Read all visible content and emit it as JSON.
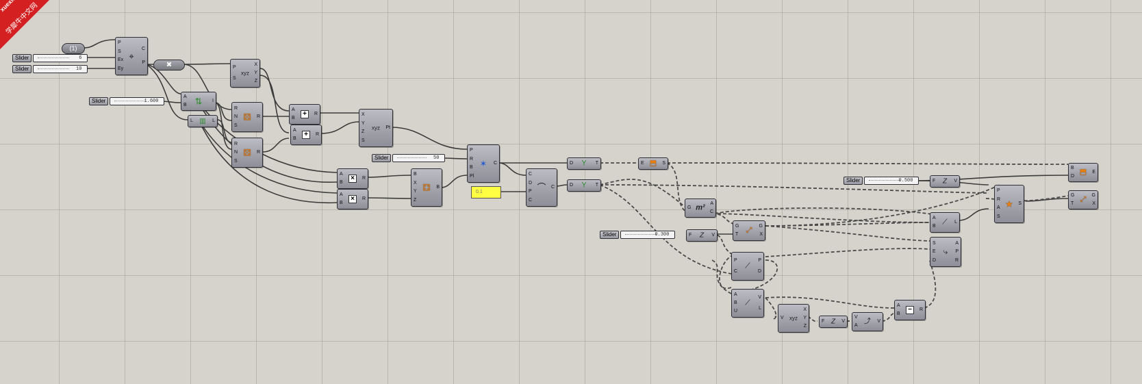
{
  "watermark": {
    "line1": "xuexiniu",
    "line2": "学犀牛中文网",
    "color": "#d42020"
  },
  "colors": {
    "canvas": "#d6d3cc",
    "wire": "#3c3c3c",
    "panel": "#ffff44",
    "component": "#a0a0a8"
  },
  "sliders": [
    {
      "id": "slider-1",
      "label": "Slider",
      "value": "6"
    },
    {
      "id": "slider-2",
      "label": "Slider",
      "value": "10"
    },
    {
      "id": "slider-3",
      "label": "Slider",
      "value": "1.600"
    },
    {
      "id": "slider-4",
      "label": "Slider",
      "value": "50"
    },
    {
      "id": "slider-5",
      "label": "Slider",
      "value": "0.500"
    },
    {
      "id": "slider-6",
      "label": "Slider",
      "value": "0.300"
    }
  ],
  "panel": {
    "value": "0.1"
  },
  "components": {
    "rectangle": {
      "inputs": [
        "P",
        "S",
        "Ex",
        "Ey"
      ],
      "outputs": [
        "C",
        "P"
      ],
      "icon": "rectangle-icon"
    },
    "deconstruct1": {
      "inputs": [
        "P",
        "S"
      ],
      "outputs": [
        "X",
        "Y",
        "Z"
      ],
      "icon": "deconstruct-icon"
    },
    "range": {
      "inputs": [
        "A",
        "B"
      ],
      "outputs": [
        "I"
      ],
      "icon": "range-icon"
    },
    "list_length": {
      "inputs": [
        "L"
      ],
      "outputs": [
        "L"
      ],
      "icon": "list-length-icon"
    },
    "random1": {
      "inputs": [
        "R",
        "N",
        "S"
      ],
      "outputs": [
        "R"
      ],
      "icon": "random-icon"
    },
    "random2": {
      "inputs": [
        "R",
        "N",
        "S"
      ],
      "outputs": [
        "R"
      ],
      "icon": "random-icon"
    },
    "add1": {
      "inputs": [
        "A",
        "B"
      ],
      "outputs": [
        "R"
      ],
      "icon": "plus",
      "symbol": "+"
    },
    "add2": {
      "inputs": [
        "A",
        "B"
      ],
      "outputs": [
        "R"
      ],
      "icon": "plus",
      "symbol": "+"
    },
    "construct_point": {
      "inputs": [
        "X",
        "Y",
        "Z",
        "S"
      ],
      "outputs": [
        "Pt"
      ],
      "icon": "construct-point-icon"
    },
    "mult1": {
      "inputs": [
        "A",
        "B"
      ],
      "outputs": [
        "R"
      ],
      "icon": "multiply",
      "symbol": "×"
    },
    "mult2": {
      "inputs": [
        "A",
        "B"
      ],
      "outputs": [
        "R"
      ],
      "icon": "multiply",
      "symbol": "×"
    },
    "bounds": {
      "inputs": [
        "B",
        "X",
        "Y",
        "Z"
      ],
      "outputs": [
        "B"
      ],
      "icon": "bounds-icon"
    },
    "populate": {
      "inputs": [
        "P",
        "R",
        "B",
        "Pl"
      ],
      "outputs": [
        "C"
      ],
      "icon": "populate-icon"
    },
    "curve_conn": {
      "inputs": [
        "C",
        "D",
        "P",
        "C"
      ],
      "outputs": [
        "C"
      ],
      "icon": "curve-icon"
    },
    "dispatch1": {
      "inputs": [
        "D"
      ],
      "outputs": [
        "T"
      ],
      "icon": "tree-icon"
    },
    "dispatch2": {
      "inputs": [
        "D"
      ],
      "outputs": [
        "T"
      ],
      "icon": "tree-icon"
    },
    "extrude": {
      "inputs": [
        "E"
      ],
      "outputs": [
        "S"
      ],
      "icon": "extrude-icon"
    },
    "area": {
      "inputs": [
        "G"
      ],
      "outputs": [
        "A",
        "C"
      ],
      "symbol": "m²",
      "icon": "area-icon"
    },
    "unitz1": {
      "inputs": [
        "F"
      ],
      "outputs": [
        "V"
      ],
      "icon": "unit-z-icon",
      "symbol": "Z"
    },
    "unitz2": {
      "inputs": [
        "F"
      ],
      "outputs": [
        "V"
      ],
      "icon": "unit-z-icon",
      "symbol": "Z"
    },
    "unitz3": {
      "inputs": [
        "F"
      ],
      "outputs": [
        "V"
      ],
      "icon": "unit-z-icon",
      "symbol": "Z"
    },
    "move1": {
      "inputs": [
        "G",
        "T"
      ],
      "outputs": [
        "G",
        "X"
      ],
      "icon": "move-icon"
    },
    "move2": {
      "inputs": [
        "G",
        "T"
      ],
      "outputs": [
        "G",
        "X"
      ],
      "icon": "move-icon"
    },
    "eval": {
      "inputs": [
        "P",
        "C"
      ],
      "outputs": [
        "P",
        "D"
      ],
      "icon": "eval-icon"
    },
    "line": {
      "inputs": [
        "A",
        "B",
        "U"
      ],
      "outputs": [
        "V",
        "L"
      ],
      "icon": "line-icon"
    },
    "deconstruct_vec": {
      "inputs": [
        "V"
      ],
      "outputs": [
        "X",
        "Y",
        "Z"
      ],
      "icon": "deconstruct-vector-icon"
    },
    "amplitude": {
      "inputs": [
        "V",
        "A"
      ],
      "outputs": [
        "V"
      ],
      "icon": "amplitude-icon"
    },
    "subtract": {
      "inputs": [
        "A",
        "B"
      ],
      "outputs": [
        "R"
      ],
      "icon": "minus",
      "symbol": "−"
    },
    "line2": {
      "inputs": [
        "A",
        "B"
      ],
      "outputs": [
        "L"
      ],
      "icon": "line-icon"
    },
    "loft": {
      "inputs": [
        "S",
        "E",
        "D"
      ],
      "outputs": [
        "A",
        "P",
        "R"
      ],
      "icon": "loft-icon"
    },
    "sweep": {
      "inputs": [
        "P",
        "R",
        "A",
        "S"
      ],
      "outputs": [
        "S"
      ],
      "icon": "sweep-icon"
    },
    "extrude2": {
      "inputs": [
        "B",
        "D"
      ],
      "outputs": [
        "E"
      ],
      "icon": "extrude-icon"
    }
  },
  "params": {
    "number": {
      "icon": "number-param-icon",
      "symbol": "(1)"
    },
    "multiply_hex": {
      "icon": "multiply-param-icon",
      "symbol": "✖"
    }
  }
}
